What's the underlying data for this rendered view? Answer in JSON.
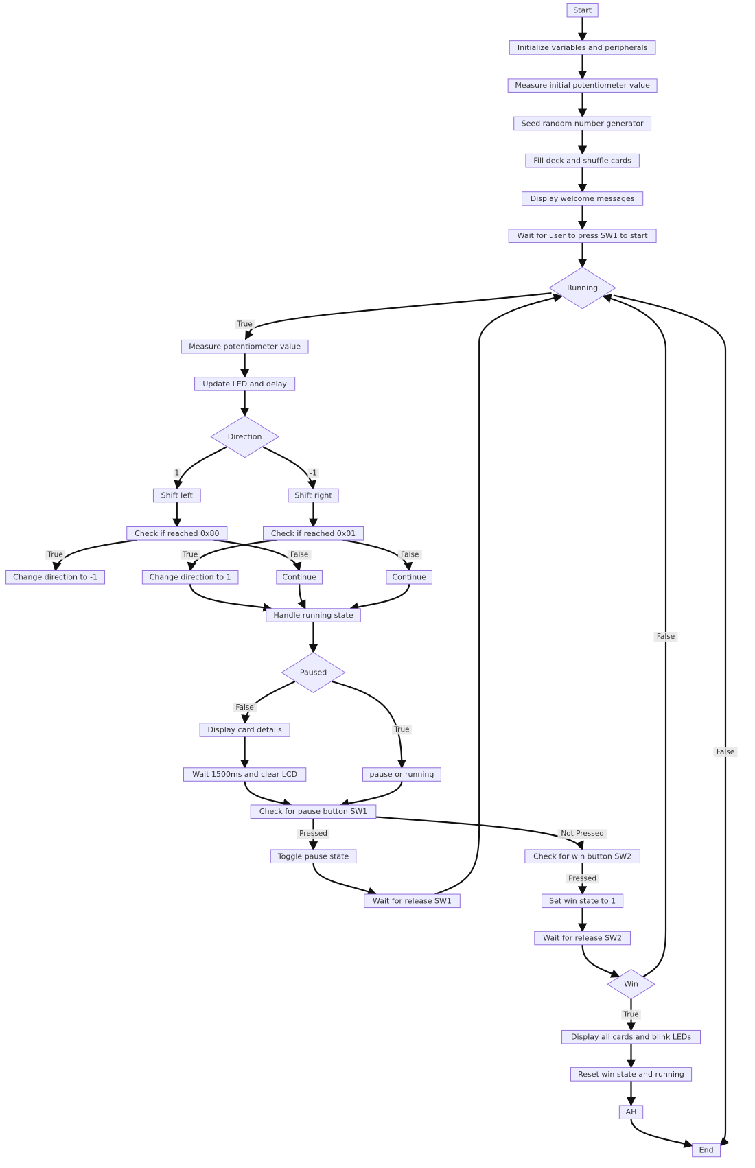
{
  "nodes": {
    "start": "Start",
    "init": "Initialize variables and peripherals",
    "measure_init": "Measure initial potentiometer value",
    "seed": "Seed random number generator",
    "fill": "Fill deck and shuffle cards",
    "welcome": "Display welcome messages",
    "wait_sw1": "Wait for user to press SW1 to start",
    "running": "Running",
    "measure_pot": "Measure potentiometer value",
    "update_led": "Update LED and delay",
    "direction": "Direction",
    "shift_left": "Shift left",
    "shift_right": "Shift right",
    "check_80": "Check if reached 0x80",
    "check_01": "Check if reached 0x01",
    "change_neg1": "Change direction to -1",
    "change_1": "Change direction to 1",
    "continue_a": "Continue",
    "continue_b": "Continue",
    "handle_running": "Handle running state",
    "paused": "Paused",
    "display_card": "Display card details",
    "wait_1500": "Wait 1500ms and clear LCD",
    "pause_or_running": "pause or running",
    "check_pause": "Check for pause button SW1",
    "toggle_pause": "Toggle pause state",
    "wait_release_sw1": "Wait for release SW1",
    "check_win_btn": "Check for win button SW2",
    "set_win": "Set win state to 1",
    "wait_release_sw2": "Wait for release SW2",
    "win": "Win",
    "display_all": "Display all cards and blink LEDs",
    "reset_win": "Reset win state and running",
    "ah": "AH",
    "end": "End"
  },
  "edge_labels": {
    "running_true": "True",
    "dir_left": "1",
    "dir_right": "-1",
    "c80_true": "True",
    "c80_false": "False",
    "c01_true": "True",
    "c01_false": "False",
    "paused_false": "False",
    "paused_true": "True",
    "pause_pressed": "Pressed",
    "pause_not_pressed": "Not Pressed",
    "win_btn_pressed": "Pressed",
    "win_false": "False",
    "win_true": "True",
    "running_false": "False"
  },
  "colors": {
    "node_fill": "#ECECFF",
    "node_stroke": "#9370DB",
    "edge": "#111111",
    "text": "#333333"
  }
}
